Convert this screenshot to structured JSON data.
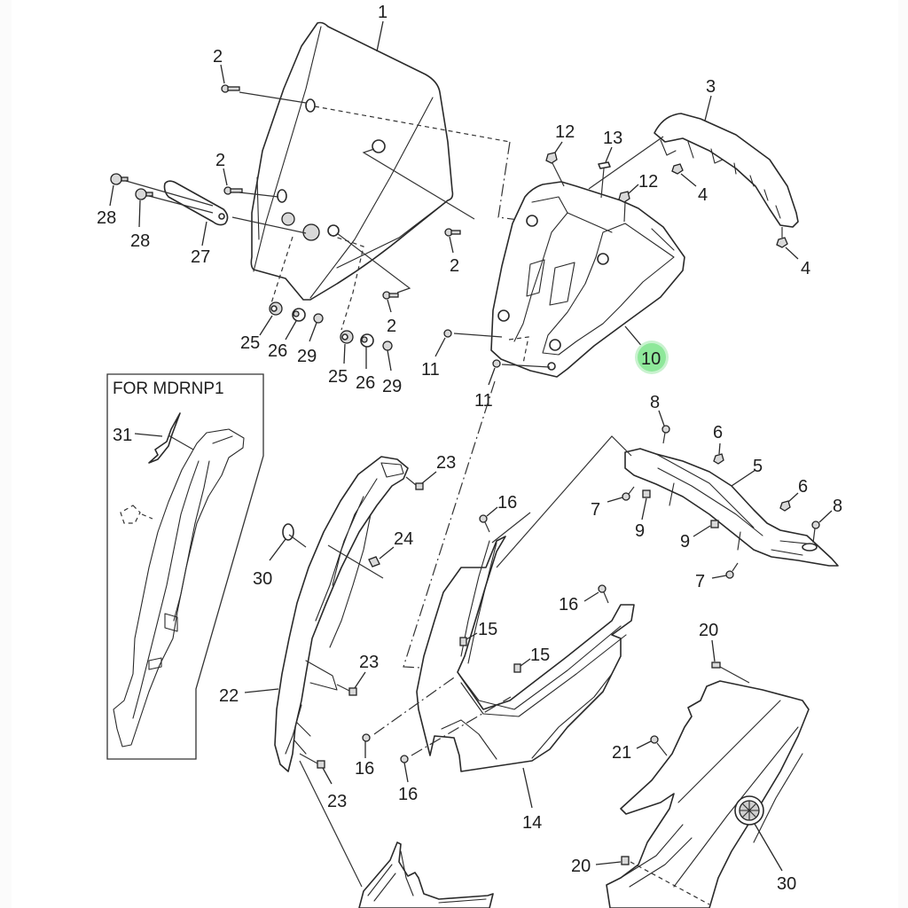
{
  "diagram": {
    "type": "exploded parts diagram",
    "subject": "front cowling / windscreen assembly",
    "highlight_color": "#8ee89a",
    "highlight_ring_color": "#c9f2cf",
    "highlighted_part": "10",
    "inset": {
      "title": "FOR MDRNP1",
      "callouts": [
        "31"
      ]
    },
    "callouts": [
      {
        "id": "c1",
        "label": "1",
        "part": "windscreen"
      },
      {
        "id": "c2a",
        "label": "2",
        "part": "screw"
      },
      {
        "id": "c2b",
        "label": "2",
        "part": "screw"
      },
      {
        "id": "c2c",
        "label": "2",
        "part": "screw"
      },
      {
        "id": "c2d",
        "label": "2",
        "part": "screw"
      },
      {
        "id": "c3",
        "label": "3",
        "part": "trim strip"
      },
      {
        "id": "c4a",
        "label": "4",
        "part": "nut"
      },
      {
        "id": "c4b",
        "label": "4",
        "part": "nut"
      },
      {
        "id": "c5",
        "label": "5",
        "part": "bracket"
      },
      {
        "id": "c6a",
        "label": "6",
        "part": "nut"
      },
      {
        "id": "c6b",
        "label": "6",
        "part": "nut"
      },
      {
        "id": "c7a",
        "label": "7",
        "part": "screw"
      },
      {
        "id": "c7b",
        "label": "7",
        "part": "screw"
      },
      {
        "id": "c8a",
        "label": "8",
        "part": "bolt"
      },
      {
        "id": "c8b",
        "label": "8",
        "part": "bolt"
      },
      {
        "id": "c9a",
        "label": "9",
        "part": "nut"
      },
      {
        "id": "c9b",
        "label": "9",
        "part": "nut"
      },
      {
        "id": "c10",
        "label": "10",
        "part": "panel",
        "highlighted": true
      },
      {
        "id": "c11a",
        "label": "11",
        "part": "screw"
      },
      {
        "id": "c11b",
        "label": "11",
        "part": "screw"
      },
      {
        "id": "c12a",
        "label": "12",
        "part": "nut"
      },
      {
        "id": "c12b",
        "label": "12",
        "part": "nut"
      },
      {
        "id": "c13",
        "label": "13",
        "part": "clip"
      },
      {
        "id": "c14",
        "label": "14",
        "part": "front cowling"
      },
      {
        "id": "c15a",
        "label": "15",
        "part": "nut"
      },
      {
        "id": "c15b",
        "label": "15",
        "part": "nut"
      },
      {
        "id": "c16a",
        "label": "16",
        "part": "screw"
      },
      {
        "id": "c16b",
        "label": "16",
        "part": "screw"
      },
      {
        "id": "c16c",
        "label": "16",
        "part": "screw"
      },
      {
        "id": "c16d",
        "label": "16",
        "part": "screw"
      },
      {
        "id": "c20a",
        "label": "20",
        "part": "nut"
      },
      {
        "id": "c20b",
        "label": "20",
        "part": "nut"
      },
      {
        "id": "c21",
        "label": "21",
        "part": "screw"
      },
      {
        "id": "c22",
        "label": "22",
        "part": "side cowling"
      },
      {
        "id": "c23a",
        "label": "23",
        "part": "nut"
      },
      {
        "id": "c23b",
        "label": "23",
        "part": "nut"
      },
      {
        "id": "c23c",
        "label": "23",
        "part": "nut"
      },
      {
        "id": "c24",
        "label": "24",
        "part": "clip"
      },
      {
        "id": "c25a",
        "label": "25",
        "part": "grommet"
      },
      {
        "id": "c25b",
        "label": "25",
        "part": "grommet"
      },
      {
        "id": "c26a",
        "label": "26",
        "part": "collar"
      },
      {
        "id": "c26b",
        "label": "26",
        "part": "collar"
      },
      {
        "id": "c27",
        "label": "27",
        "part": "stay"
      },
      {
        "id": "c28a",
        "label": "28",
        "part": "bolt"
      },
      {
        "id": "c28b",
        "label": "28",
        "part": "bolt"
      },
      {
        "id": "c29a",
        "label": "29",
        "part": "nut"
      },
      {
        "id": "c29b",
        "label": "29",
        "part": "nut"
      },
      {
        "id": "c30a",
        "label": "30",
        "part": "emblem"
      },
      {
        "id": "c30b",
        "label": "30",
        "part": "emblem"
      },
      {
        "id": "c31",
        "label": "31",
        "part": "plate"
      }
    ]
  }
}
